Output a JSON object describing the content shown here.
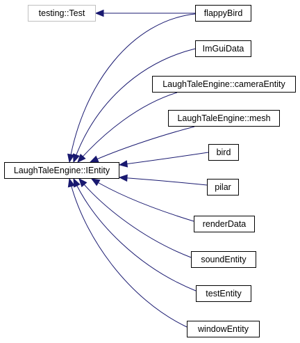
{
  "diagram": {
    "colors": {
      "edge": "#191970",
      "border": "#000000",
      "external_border": "#bfbfbf"
    },
    "nodes": {
      "testing_test": "testing::Test",
      "flappybird": "flappyBird",
      "imguidata": "ImGuiData",
      "camera_entity": "LaughTaleEngine::cameraEntity",
      "mesh": "LaughTaleEngine::mesh",
      "bird": "bird",
      "ientity": "LaughTaleEngine::IEntity",
      "pilar": "pilar",
      "renderdata": "renderData",
      "soundentity": "soundEntity",
      "testentity": "testEntity",
      "windowentity": "windowEntity"
    }
  }
}
